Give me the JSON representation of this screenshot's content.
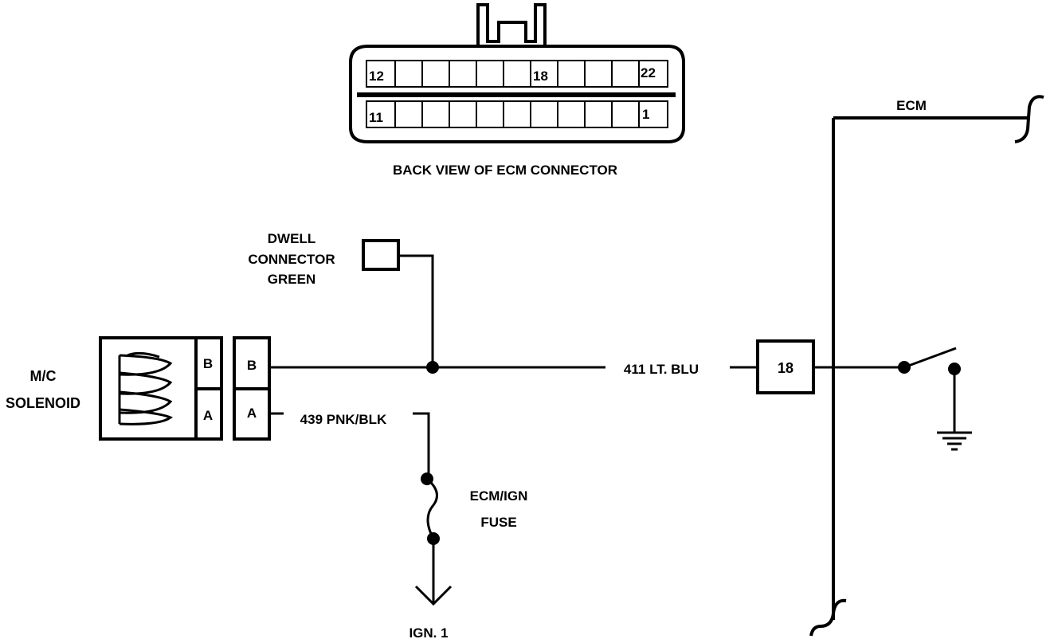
{
  "ecm_connector": {
    "caption": "BACK VIEW OF ECM CONNECTOR",
    "pin_12": "12",
    "pin_18": "18",
    "pin_22": "22",
    "pin_11": "11",
    "pin_1": "1"
  },
  "ecm": {
    "label": "ECM",
    "terminal": "18"
  },
  "dwell_connector": {
    "line1": "DWELL",
    "line2": "CONNECTOR",
    "line3": "GREEN"
  },
  "solenoid": {
    "line1": "M/C",
    "line2": "SOLENOID",
    "pin_b": "B",
    "pin_a": "A",
    "plug_b": "B",
    "plug_a": "A"
  },
  "wires": {
    "signal": "411 LT. BLU",
    "power": "439 PNK/BLK"
  },
  "fuse": {
    "line1": "ECM/IGN",
    "line2": "FUSE"
  },
  "ignition": {
    "label": "IGN. 1"
  },
  "colors": {
    "ink": "#000000",
    "paper": "#ffffff"
  }
}
